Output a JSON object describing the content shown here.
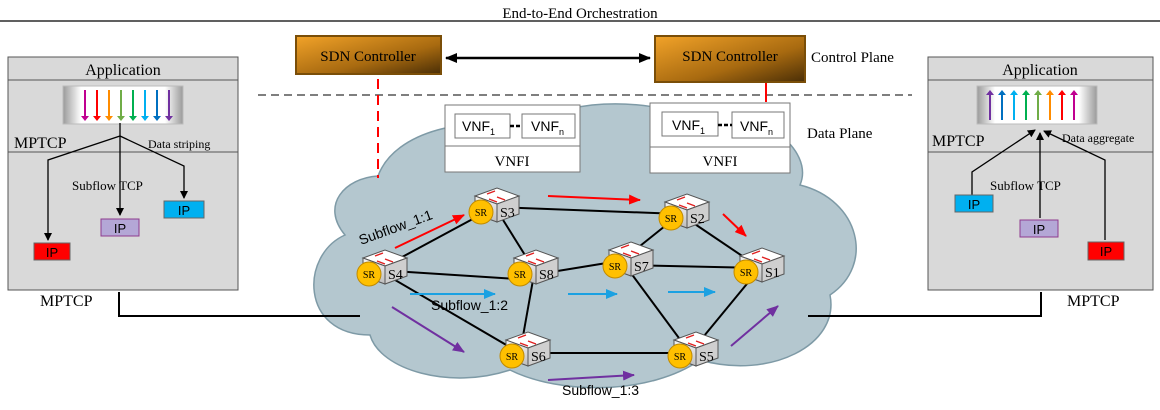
{
  "title": "End-to-End Orchestration",
  "planes": {
    "control": "Control Plane",
    "data": "Data Plane"
  },
  "controllers": [
    "SDN Controller",
    "SDN Controller"
  ],
  "left_host": {
    "app": "Application",
    "mptcp_inner": "MPTCP",
    "data_op": "Data striping",
    "subflow_label": "Subflow TCP",
    "ip": [
      "IP",
      "IP",
      "IP"
    ],
    "mptcp_outer": "MPTCP"
  },
  "right_host": {
    "app": "Application",
    "mptcp_inner": "MPTCP",
    "data_op": "Data aggregate",
    "subflow_label": "Subflow TCP",
    "ip": [
      "IP",
      "IP",
      "IP"
    ],
    "mptcp_outer": "MPTCP"
  },
  "vnfi": [
    {
      "vnf1": "VNF",
      "vnf1_sub": "1",
      "vnfn": "VNF",
      "vnfn_sub": "n",
      "label": "VNFI"
    },
    {
      "vnf1": "VNF",
      "vnf1_sub": "1",
      "vnfn": "VNF",
      "vnfn_sub": "n",
      "label": "VNFI"
    }
  ],
  "switches": [
    "S1",
    "S2",
    "S3",
    "S4",
    "S5",
    "S6",
    "S7",
    "S8"
  ],
  "sr_label": "SR",
  "subflows": [
    "Subflow_1:1",
    "Subflow_1:2",
    "Subflow_1:3"
  ],
  "colors": {
    "controller": "#c8830f",
    "host_bg": "#d9d9d9",
    "cloud": "#b4c7cf",
    "sr": "#ffc000",
    "ip_red": "#ff0000",
    "ip_blue": "#00b0f0",
    "ip_purple": "#b4a7d6",
    "path_red": "#ff0000",
    "path_blue": "#1ba1e2",
    "path_purple": "#7030a0"
  }
}
